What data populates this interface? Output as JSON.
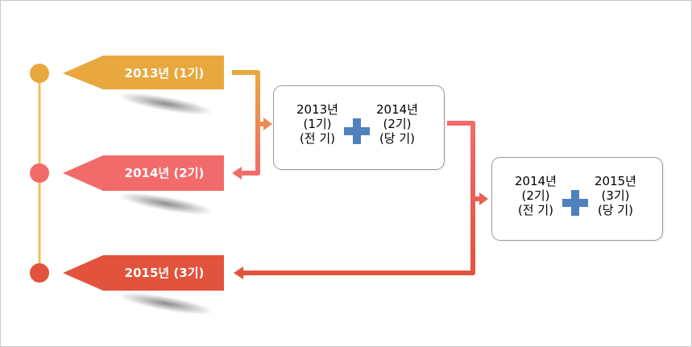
{
  "colors": {
    "orange": "#E8A83E",
    "salmon": "#F26B6B",
    "red": "#E2533D",
    "timeline": "#F0BE5A",
    "plus": "#4F81BD"
  },
  "timeline": [
    {
      "label": "2013년 (1기)",
      "color": "#E8A83E"
    },
    {
      "label": "2014년 (2기)",
      "color": "#F26B6B"
    },
    {
      "label": "2015년 (3기)",
      "color": "#E2533D"
    }
  ],
  "boxes": [
    {
      "left": {
        "year": "2013년",
        "period": "(1기)",
        "kind": "(전 기)"
      },
      "right": {
        "year": "2014년",
        "period": "(2기)",
        "kind": "(당 기)"
      },
      "operator": "plus-icon"
    },
    {
      "left": {
        "year": "2014년",
        "period": "(2기)",
        "kind": "(전 기)"
      },
      "right": {
        "year": "2015년",
        "period": "(3기)",
        "kind": "(당 기)"
      },
      "operator": "plus-icon"
    }
  ]
}
